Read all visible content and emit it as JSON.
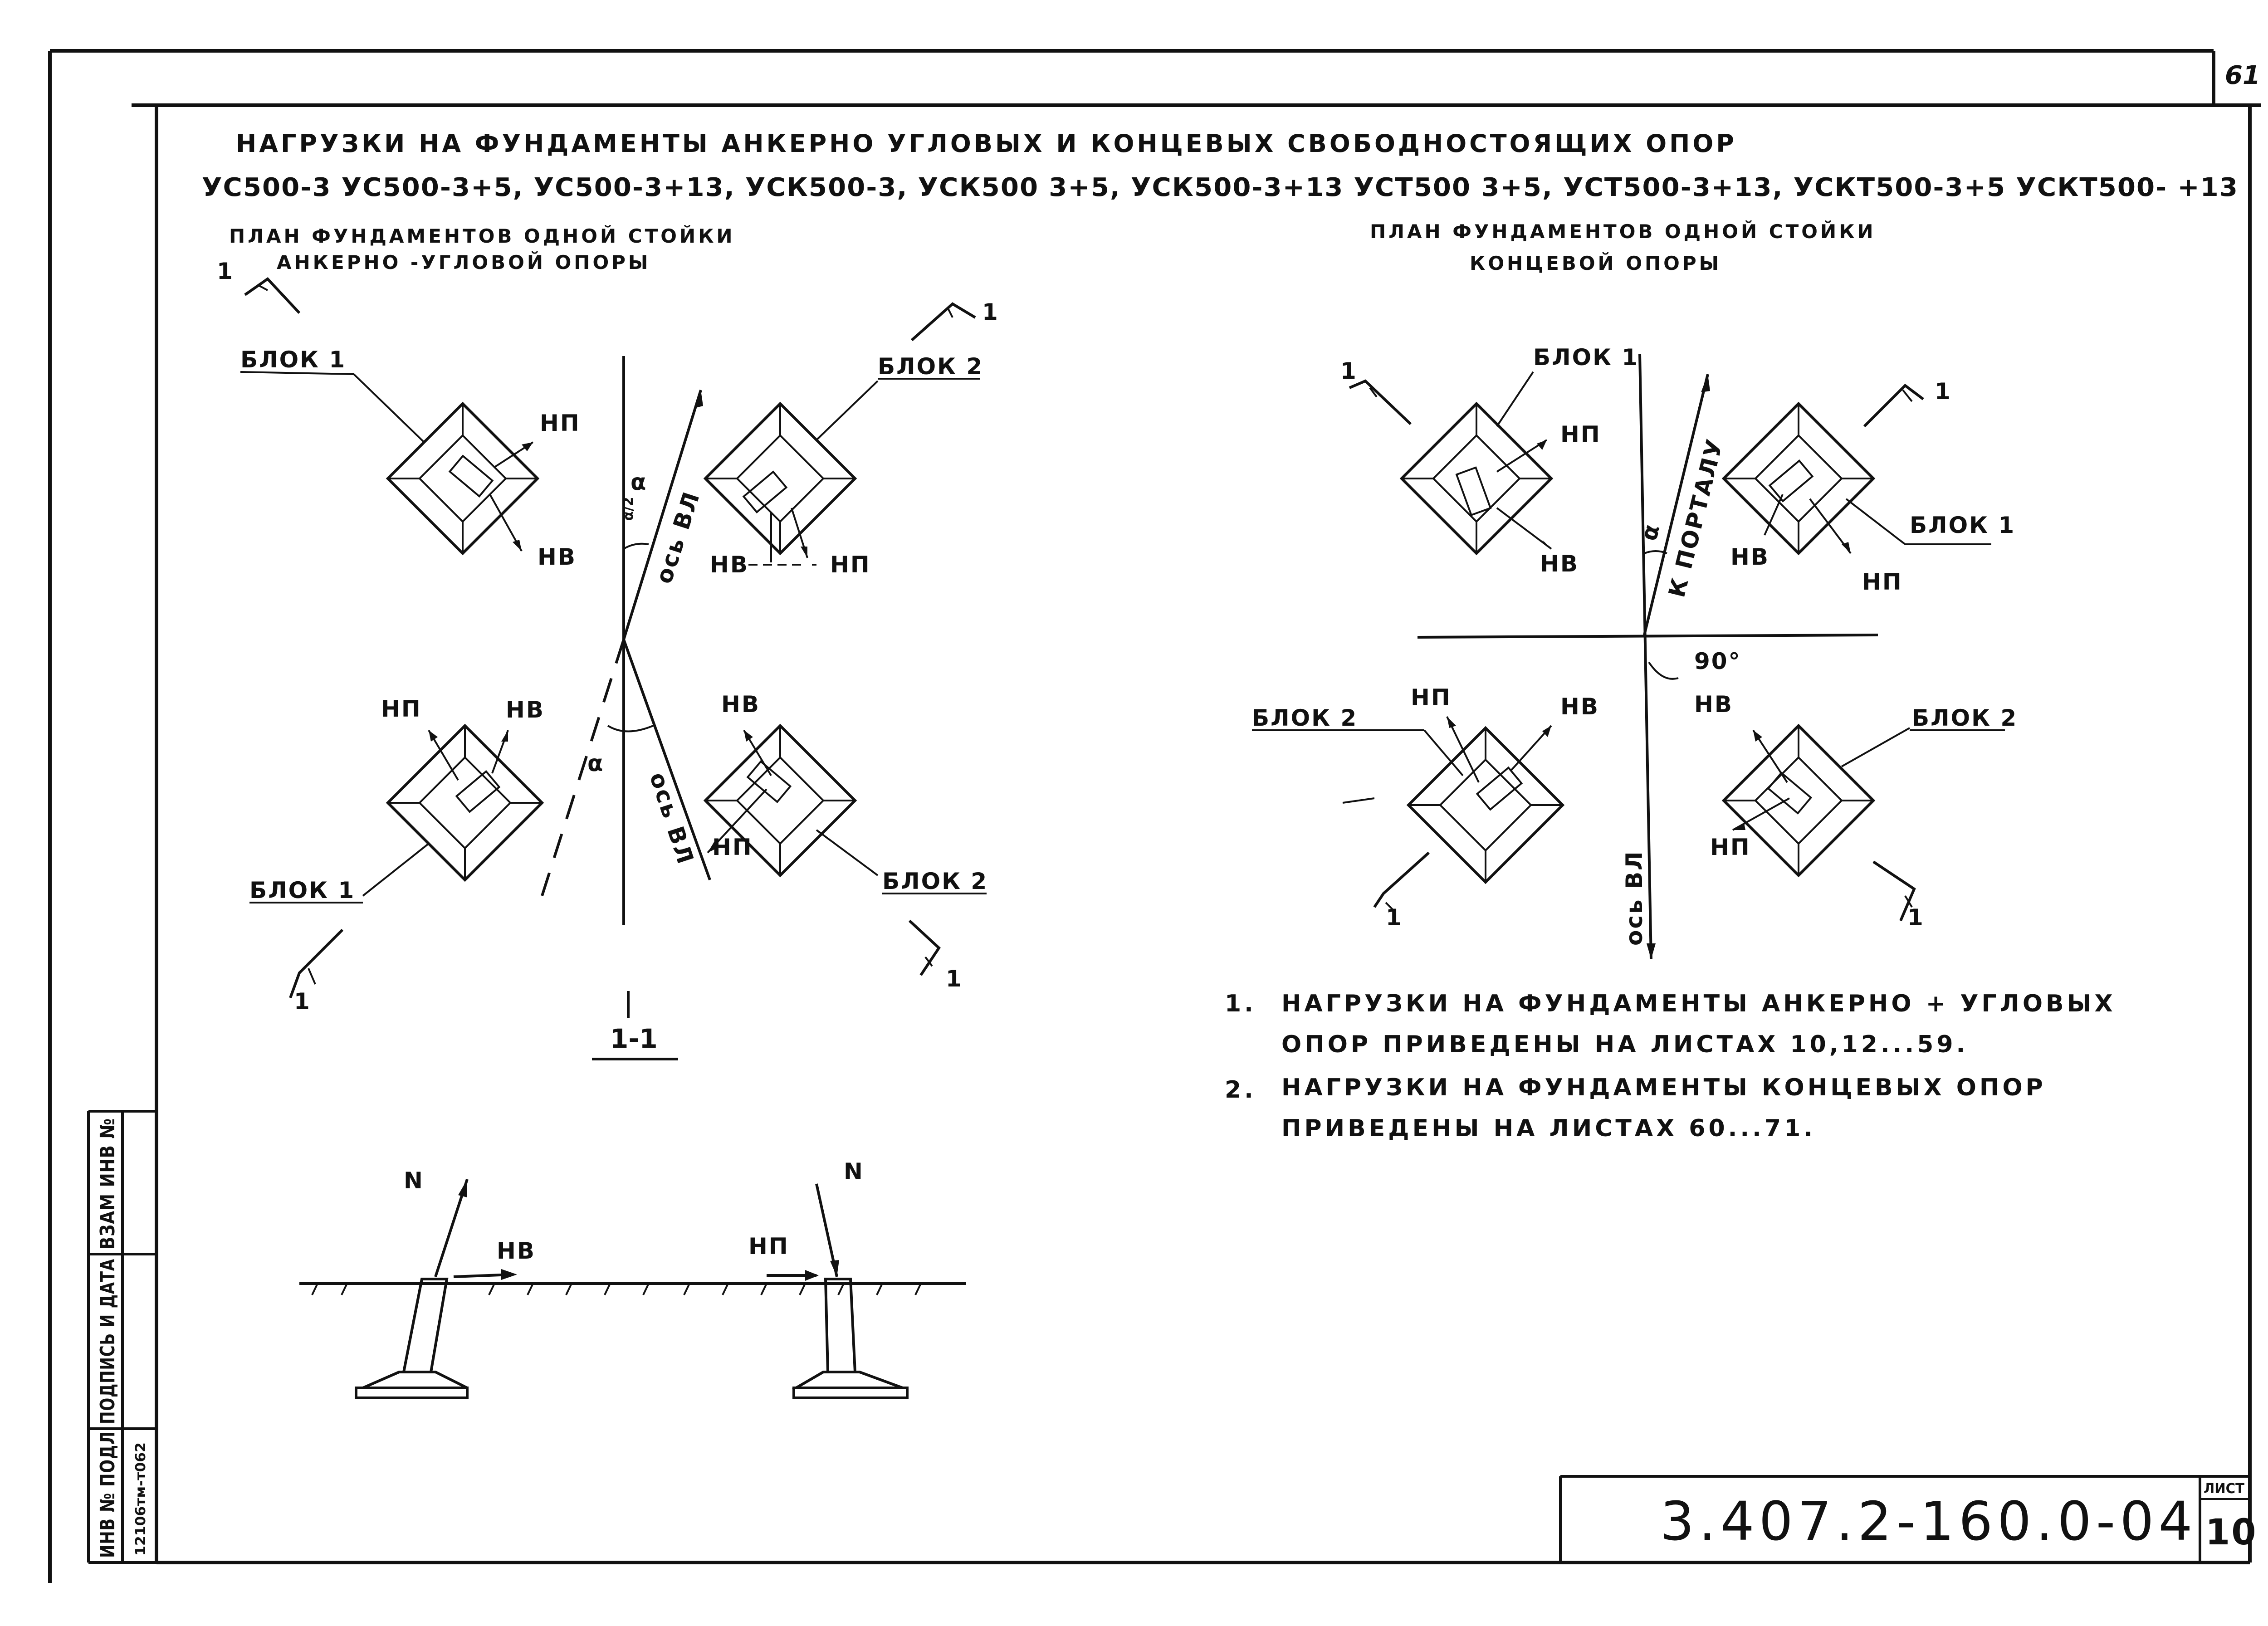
{
  "page_number": "61",
  "title": "НАГРУЗКИ НА ФУНДАМЕНТЫ АНКЕРНО УГЛОВЫХ И КОНЦЕВЫХ СВОБОДНОСТОЯЩИХ ОПОР",
  "subtitle": "УС500-3  УС500-3+5, УС500-3+13, УСК500-3, УСК500 3+5, УСК500-3+13  УСТ500 3+5, УСТ500-3+13, УСКТ500-3+5  УСКТ500- +13",
  "left_plan": {
    "heading_1": "ПЛАН ФУНДАМЕНТОВ ОДНОЙ СТОЙКИ",
    "heading_2": "АНКЕРНО -УГЛОВОЙ ОПОРЫ",
    "block1_top": "БЛОК 1",
    "block2_top": "БЛОК 2",
    "block1_bottom": "БЛОК 1",
    "block2_bottom": "БЛОК 2",
    "np": "НП",
    "nv": "НВ",
    "axis_label": "ось ВЛ",
    "alpha": "α",
    "alpha_half": "α/2",
    "section_mark": "1"
  },
  "right_plan": {
    "heading_1": "ПЛАН ФУНДАМЕНТОВ ОДНОЙ СТОЙКИ",
    "heading_2": "КОНЦЕВОЙ ОПОРЫ",
    "block1_top": "БЛОК 1",
    "block1_right": "БЛОК 1",
    "block2_left": "БЛОК 2",
    "block2_right": "БЛОК 2",
    "np": "НП",
    "nv": "НВ",
    "to_portal": "К ПОРТАЛУ",
    "axis_label": "ось ВЛ",
    "angle_90": "90°",
    "alpha": "α",
    "section_mark": "1"
  },
  "section": {
    "label": "1-1",
    "n_force": "N",
    "nv": "НВ",
    "np": "НП"
  },
  "notes": [
    {
      "num": "1.",
      "line1": "НАГРУЗКИ НА ФУНДАМЕНТЫ  АНКЕРНО + УГЛОВЫХ",
      "line2": "ОПОР  ПРИВЕДЕНЫ НА ЛИСТАХ  10,12...59."
    },
    {
      "num": "2.",
      "line1": "НАГРУЗКИ  НА  ФУНДАМЕНТЫ КОНЦЕВЫХ ОПОР",
      "line2": "ПРИВЕДЕНЫ  НА ЛИСТАХ  60...71."
    }
  ],
  "stamp": {
    "code": "3.407.2-160.0-04",
    "sheet_label": "ЛИСТ",
    "sheet_number": "10"
  },
  "side_table": {
    "col1": "ИНВ № ПОДЛ",
    "col2": "ПОДПИСЬ И ДАТА",
    "col3": "ВЗАМ ИНВ №",
    "inv_number": "12106тм-т062"
  }
}
